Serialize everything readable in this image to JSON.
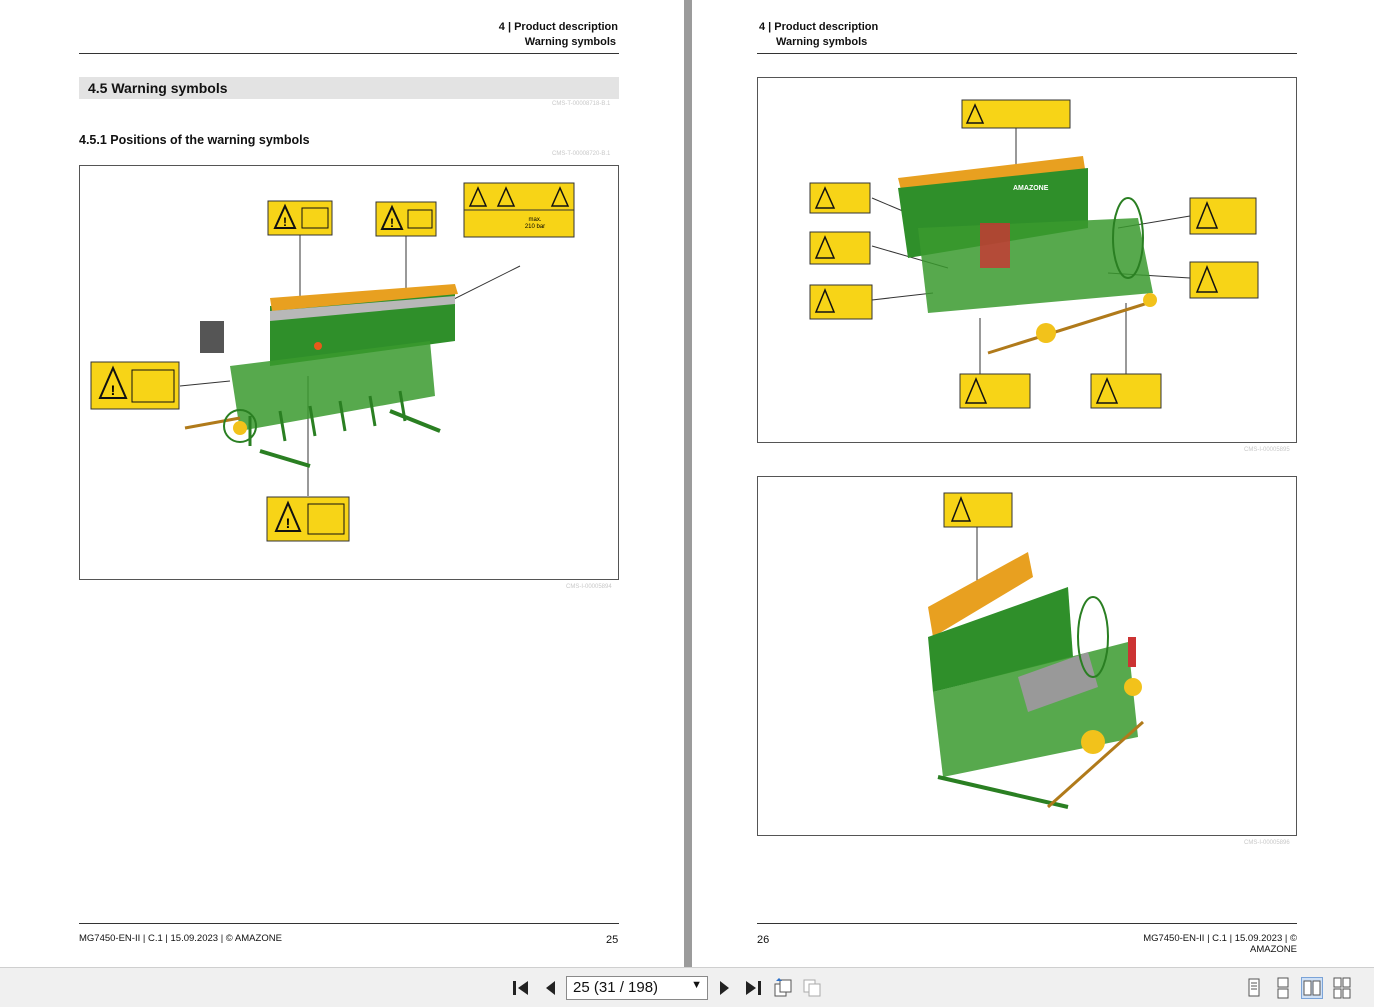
{
  "left_page": {
    "header_chapter": "4 | Product description",
    "header_section": "Warning symbols",
    "section_title": "4.5  Warning symbols",
    "section_code": "CMS-T-00008718-B.1",
    "subsection_title": "4.5.1  Positions of the warning symbols",
    "subsection_code": "CMS-T-00008720-B.1",
    "figure_code": "CMS-I-00005894",
    "figure_label_max": "max.",
    "figure_label_bar": "210 bar",
    "footer_doc": "MG7450-EN-II | C.1 | 15.09.2023 | © AMAZONE",
    "page_number": "25"
  },
  "right_page": {
    "header_chapter": "4 | Product description",
    "header_section": "Warning symbols",
    "figure1_code": "CMS-I-00005895",
    "figure2_code": "CMS-I-00005896",
    "brand_on_machine": "AMAZONE",
    "footer_doc": "MG7450-EN-II | C.1 | 15.09.2023 | © AMAZONE",
    "page_number": "26"
  },
  "toolbar": {
    "page_indicator": "25 (31 / 198)",
    "first_page_icon": "first-page-icon",
    "prev_page_icon": "previous-page-icon",
    "next_page_icon": "next-page-icon",
    "last_page_icon": "last-page-icon"
  },
  "colors": {
    "warning_yellow": "#f7d417",
    "machine_green": "#3a9a2e",
    "hopper_orange": "#e8a020",
    "viewer_gray": "#9b9b9b"
  }
}
